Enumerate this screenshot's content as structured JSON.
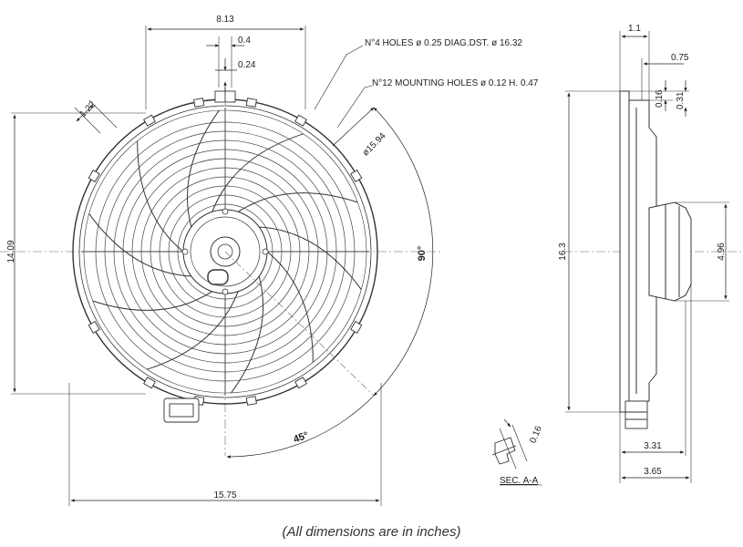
{
  "front_view": {
    "dim_top_width": "8.13",
    "dim_slot_width": "0.4",
    "dim_slot_depth": "0.24",
    "dim_tab": "1.22",
    "dim_height": "14.09",
    "dim_bottom_width": "15.75",
    "dim_diameter": "15.94",
    "angle_90": "90°",
    "angle_45": "45°",
    "note_holes_label": "N°4  HOLES",
    "note_holes_dia": "0.25 DIAG.DST.",
    "note_holes_dist": "16.32",
    "note_mount_label": "N°12 MOUNTING HOLES",
    "note_mount_dia": "0.12",
    "note_mount_h": "H. 0.47",
    "diameter_symbol": "ø"
  },
  "section": {
    "dim_thickness": "0.16",
    "label": "SEC. A-A"
  },
  "side_view": {
    "dim_top_1": "1.1",
    "dim_top_2": "0.75",
    "dim_lip_1": "0.16",
    "dim_lip_2": "0.31",
    "dim_height": "16.3",
    "dim_motor": "4.96",
    "dim_depth_1": "3.31",
    "dim_depth_2": "3.65"
  },
  "caption": "(All dimensions are in inches)"
}
